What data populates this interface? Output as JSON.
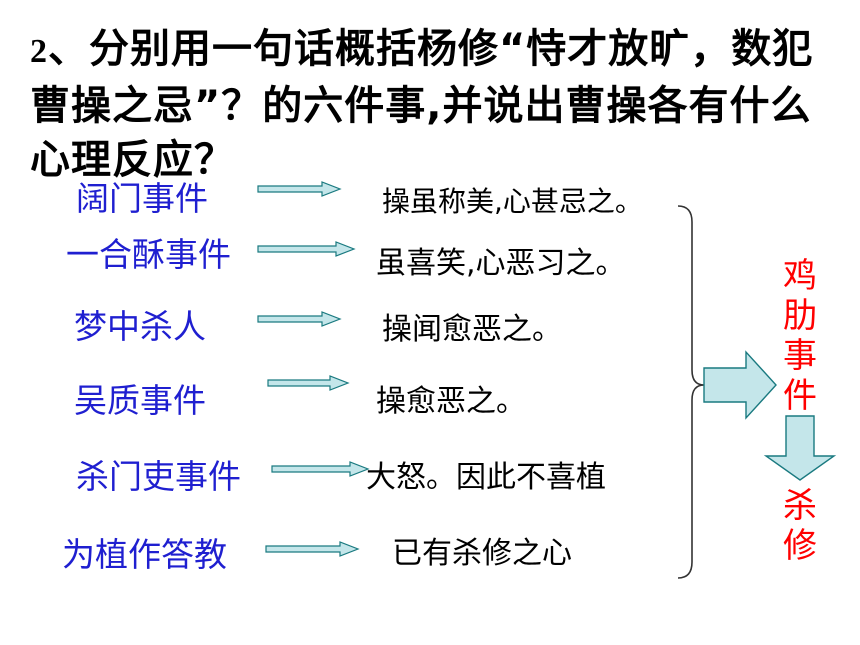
{
  "question": {
    "number": "2",
    "text": "、分别用一句话概括杨修“恃才放旷，数犯曹操之忌”？的六件事,并说出曹操各有什么心理反应？"
  },
  "rows": [
    {
      "event": "阔门事件",
      "reaction": "操虽称美,心甚忌之。"
    },
    {
      "event": "一合酥事件",
      "reaction": "虽喜笑,心恶习之。"
    },
    {
      "event": "梦中杀人",
      "reaction": "操闻愈恶之。"
    },
    {
      "event": "吴质事件",
      "reaction": "操愈恶之。"
    },
    {
      "event": "杀门吏事件",
      "reaction": "大怒。因此不喜植"
    },
    {
      "event": "为植作答教",
      "reaction": "已有杀修之心"
    }
  ],
  "conclusion": {
    "event": "鸡肋事件",
    "result": "杀修"
  },
  "colors": {
    "event_text": "#1f1fd0",
    "conclusion_text": "#ff0000",
    "arrow_fill": "#c4e6ea",
    "arrow_stroke": "#1a7a80"
  }
}
